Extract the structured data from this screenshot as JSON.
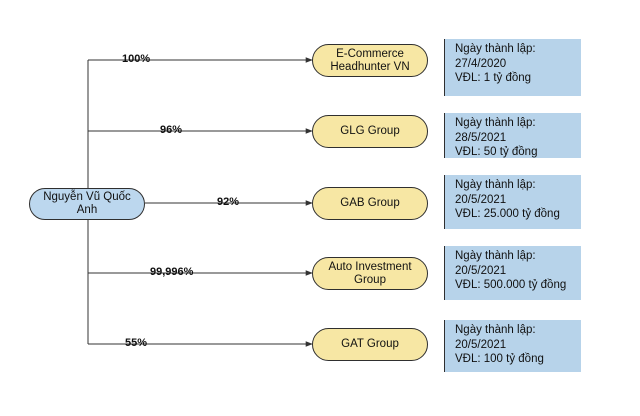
{
  "owner": {
    "name": "Nguyễn Vũ Quốc Anh"
  },
  "links": [
    {
      "percent": "100%",
      "company": "E-Commerce Headhunter VN",
      "note": {
        "line1": "Ngày thành lập:",
        "line2": "27/4/2020",
        "line3": "VĐL: 1 tỷ đồng"
      }
    },
    {
      "percent": "96%",
      "company": "GLG Group",
      "note": {
        "line1": "Ngày thành lập:",
        "line2": "28/5/2021",
        "line3": "VĐL:  50 tỷ đồng"
      }
    },
    {
      "percent": "92%",
      "company": "GAB Group",
      "note": {
        "line1": "Ngày thành lập:",
        "line2": "20/5/2021",
        "line3": "VĐL:  25.000 tỷ đồng"
      }
    },
    {
      "percent": "99,996%",
      "company": "Auto Investment Group",
      "note": {
        "line1": "Ngày thành lập:",
        "line2": "20/5/2021",
        "line3": "VĐL:  500.000 tỷ đồng"
      }
    },
    {
      "percent": "55%",
      "company": "GAT Group",
      "note": {
        "line1": "Ngày thành lập:",
        "line2": "20/5/2021",
        "line3": "VĐL:  100 tỷ đồng"
      }
    }
  ]
}
